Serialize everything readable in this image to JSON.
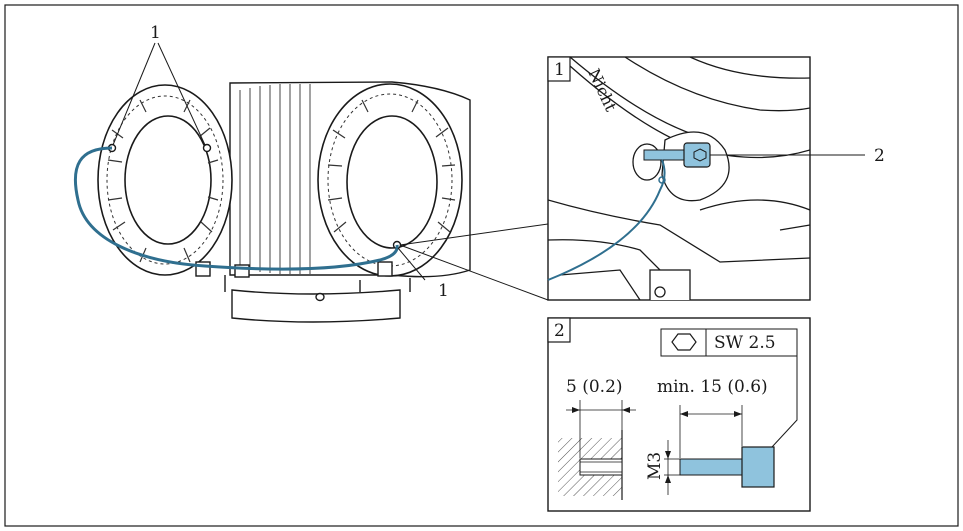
{
  "figure": {
    "callouts": {
      "main_top": "1",
      "main_bottom": "1",
      "detail_screw": "2"
    },
    "detail_boxes": {
      "box1_number": "1",
      "box2_number": "2"
    },
    "dimensions": {
      "wrench_size": "SW 2.5",
      "thread_depth": "5 (0.2)",
      "screw_length": "min. 15 (0.6)",
      "thread_size": "M3"
    },
    "housing_text": "Nicht",
    "colors": {
      "cable": "#2f6f8f",
      "screw": "#8fc3dd",
      "housing_gray": "#d9d9d9",
      "line": "#1a1a1a"
    }
  }
}
